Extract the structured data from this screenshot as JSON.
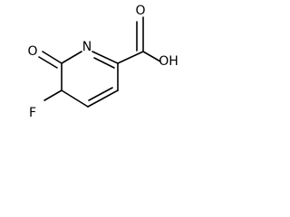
{
  "molecule": {
    "atoms": {
      "oxygen_ketone": "O",
      "nitrogen": "N",
      "oxygen_acid": "O",
      "hydroxyl": "OH",
      "fluorine": "F"
    },
    "colors": {
      "bond": "#000000",
      "label": "#000000",
      "background": "#ffffff"
    }
  }
}
